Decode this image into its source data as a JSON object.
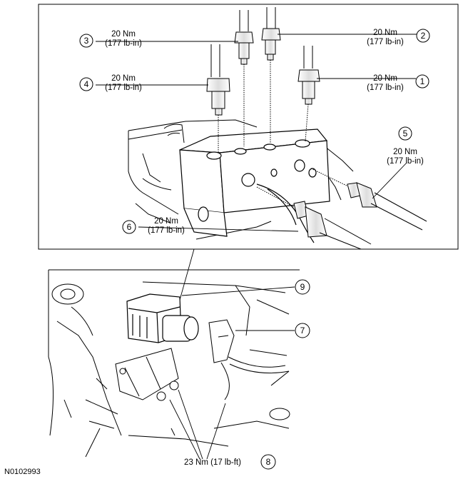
{
  "figure_id": "N0102993",
  "callouts": [
    {
      "num": "1",
      "torque": "20 Nm",
      "torque_alt": "(177 lb-in)"
    },
    {
      "num": "2",
      "torque": "20 Nm",
      "torque_alt": "(177 lb-in)"
    },
    {
      "num": "3",
      "torque": "20 Nm",
      "torque_alt": "(177 lb-in)"
    },
    {
      "num": "4",
      "torque": "20 Nm",
      "torque_alt": "(177 lb-in)"
    },
    {
      "num": "5",
      "torque": "20 Nm",
      "torque_alt": "(177 lb-in)"
    },
    {
      "num": "6",
      "torque": "20 Nm",
      "torque_alt": "(177 lb-in)"
    },
    {
      "num": "7"
    },
    {
      "num": "8",
      "torque": "23 Nm (17 lb-ft)"
    },
    {
      "num": "9"
    }
  ]
}
